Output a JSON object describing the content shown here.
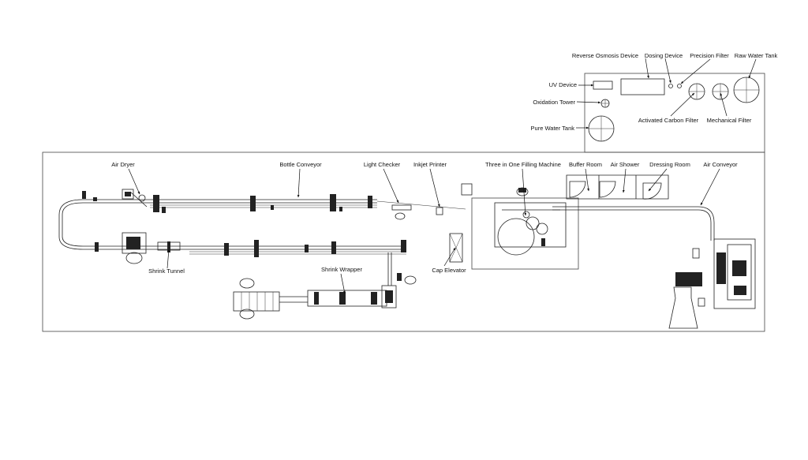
{
  "labels": {
    "reverse_osmosis": "Reverse Osmosis Device",
    "dosing": "Dosing Device",
    "precision_filter": "Precision Filter",
    "raw_water_tank": "Raw Water Tank",
    "uv_device": "UV Device",
    "oxidation_tower": "Oxidation Tower",
    "activated_carbon": "Activated Carbon Filter",
    "mechanical_filter": "Mechanical Filter",
    "pure_water_tank": "Pure Water Tank",
    "air_dryer": "Air Dryer",
    "bottle_conveyor": "Bottle Conveyor",
    "light_checker": "Light Checker",
    "inkjet_printer": "Inkjet Printer",
    "filling_machine": "Three in One Filling Machine",
    "buffer_room": "Buffer Room",
    "air_shower": "Air Shower",
    "dressing_room": "Dressing Room",
    "air_conveyor": "Air Conveyor",
    "shrink_tunnel": "Shrink Tunnel",
    "shrink_wrapper": "Shrink Wrapper",
    "cap_elevator": "Cap Elevator"
  }
}
